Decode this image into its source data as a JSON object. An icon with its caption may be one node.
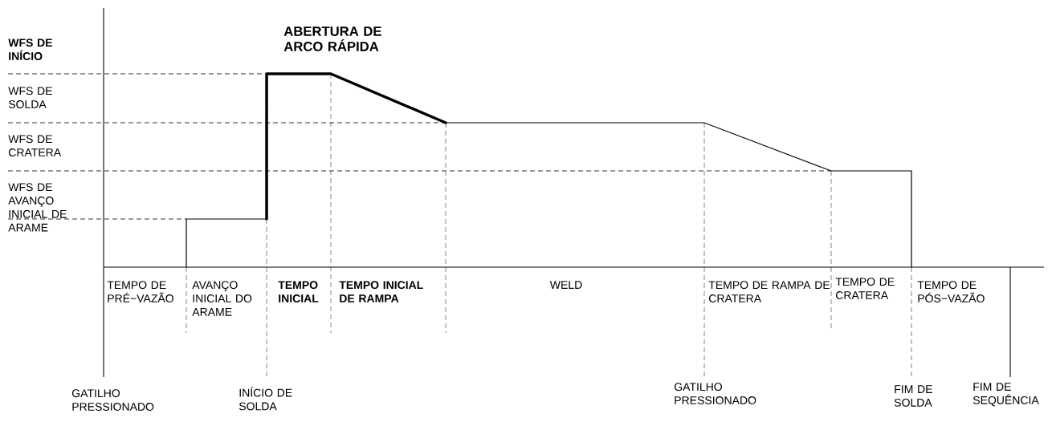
{
  "diagram": {
    "labels": [
      "WFS DE INÍCIO",
      "WFS DE SOLDA",
      "WFS DE CRATERA",
      "WFS DE AVANÇO INICIAL DE ARAME",
      "ABERTURA DE ARCO RÁPIDA",
      "TEMPO DE PRÉ−VAZÃO",
      "AVANÇO INICIAL DO ARAME",
      "TEMPO INICIAL",
      "TEMPO INICIAL DE RAMPA",
      "WELD",
      "TEMPO DE RAMPA DE CRATERA",
      "TEMPO DE CRATERA",
      "TEMPO DE PÓS−VAZÃO",
      "GATILHO PRESSIONADO",
      "INÍCIO DE SOLDA",
      "GATILHO PRESSIONADO",
      "FIM DE SOLDA",
      "FIM DE SEQUÊNCIA"
    ]
  }
}
